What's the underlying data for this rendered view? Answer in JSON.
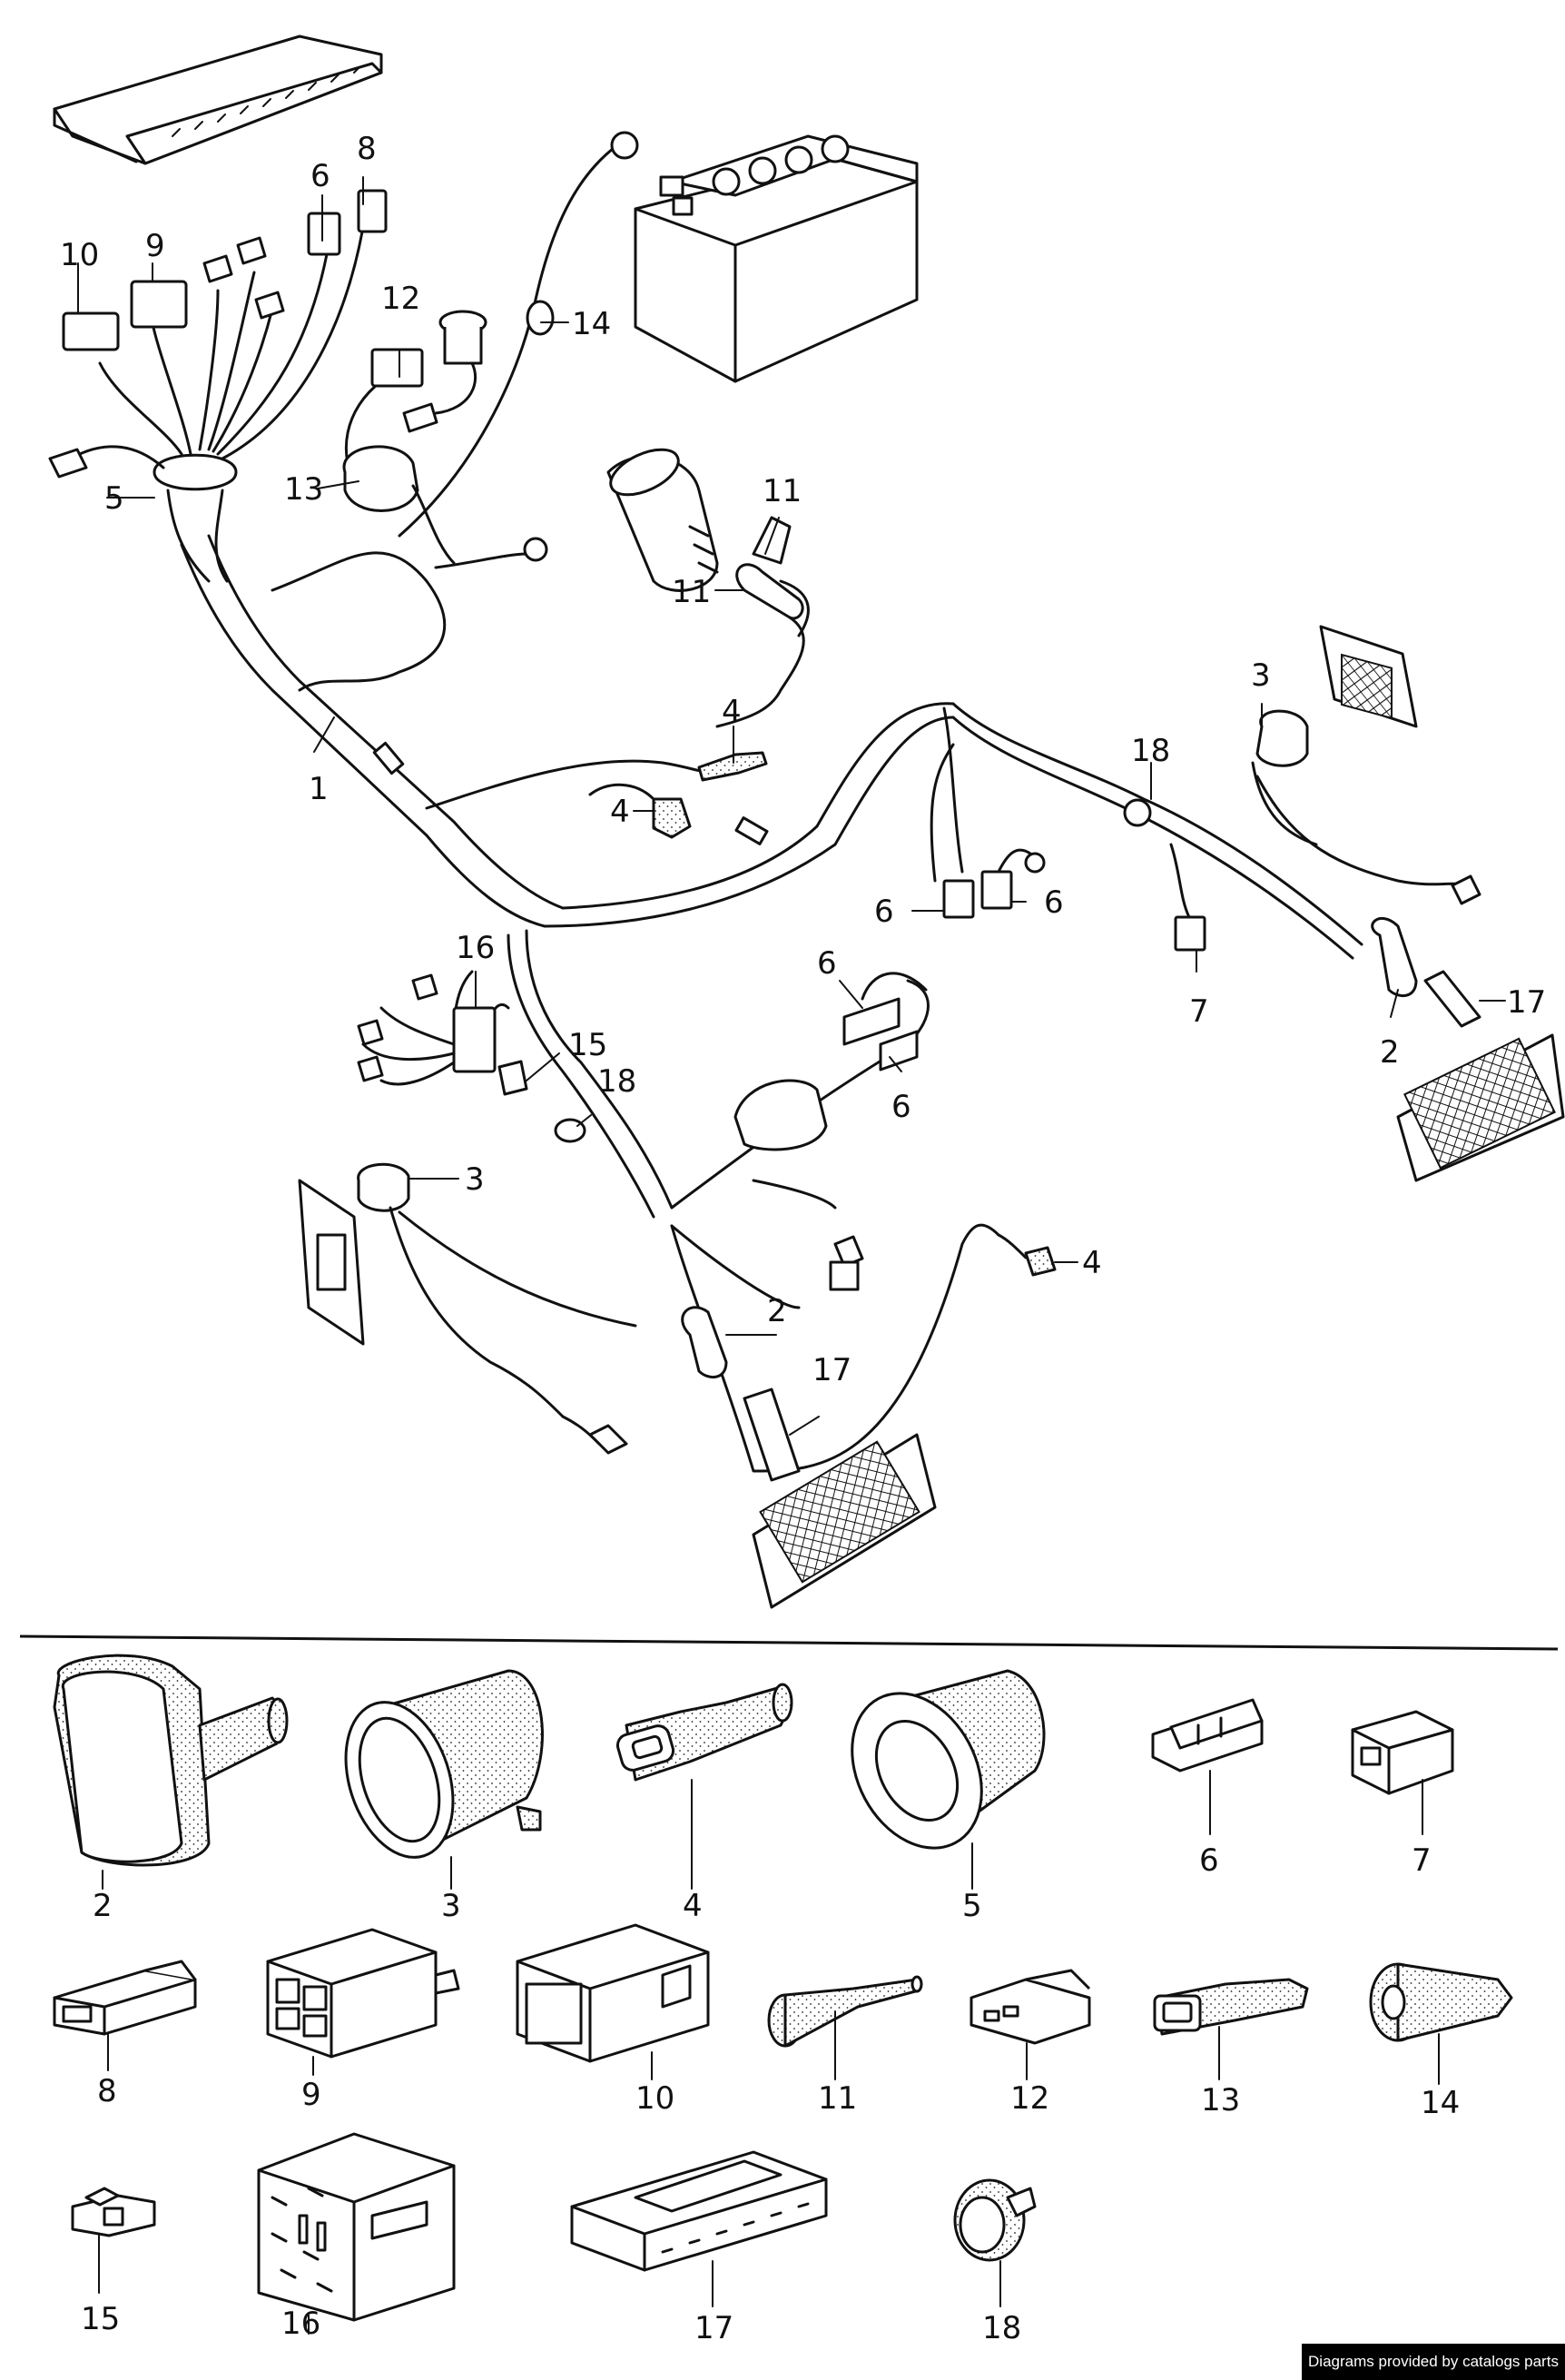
{
  "diagram": {
    "callouts": [
      "1",
      "2",
      "2",
      "3",
      "3",
      "4",
      "4",
      "4",
      "5",
      "6",
      "6",
      "6",
      "6",
      "6",
      "7",
      "8",
      "9",
      "10",
      "11",
      "11",
      "12",
      "13",
      "14",
      "15",
      "16",
      "17",
      "17",
      "18",
      "18"
    ],
    "parts": [
      {
        "number": "2",
        "icon": "lamp-socket-icon"
      },
      {
        "number": "3",
        "icon": "bulb-holder-icon"
      },
      {
        "number": "4",
        "icon": "flat-connector-housing-icon"
      },
      {
        "number": "5",
        "icon": "grommet-icon"
      },
      {
        "number": "6",
        "icon": "connector-housing-2pin-icon"
      },
      {
        "number": "7",
        "icon": "connector-housing-1pin-icon"
      },
      {
        "number": "8",
        "icon": "single-connector-icon"
      },
      {
        "number": "9",
        "icon": "multi-pin-housing-icon"
      },
      {
        "number": "10",
        "icon": "large-connector-housing-icon"
      },
      {
        "number": "11",
        "icon": "spark-plug-connector-icon"
      },
      {
        "number": "12",
        "icon": "twin-connector-icon"
      },
      {
        "number": "13",
        "icon": "protective-cap-icon"
      },
      {
        "number": "14",
        "icon": "rubber-grommet-icon"
      },
      {
        "number": "15",
        "icon": "small-plug-icon"
      },
      {
        "number": "16",
        "icon": "relay-socket-icon"
      },
      {
        "number": "17",
        "icon": "multi-point-connector-icon"
      },
      {
        "number": "18",
        "icon": "cable-grommet-icon"
      }
    ]
  },
  "footer": {
    "credit": "Diagrams provided by catalogs parts"
  },
  "colors": {
    "line": "#111111",
    "background": "#ffffff",
    "credit_bg": "#000000",
    "credit_text": "#ffffff"
  }
}
